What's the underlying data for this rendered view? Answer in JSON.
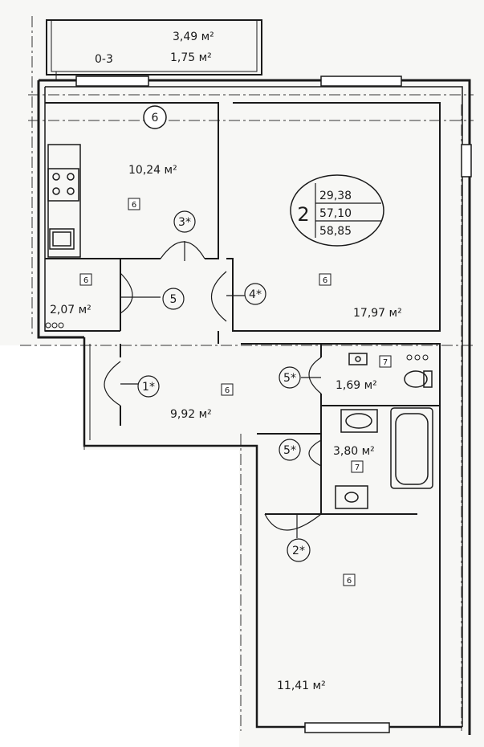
{
  "balcony": {
    "area_top": "3,49 м²",
    "label": "0-3",
    "area": "1,75 м²"
  },
  "axes": {
    "top": "6"
  },
  "apartment": {
    "rooms": "2",
    "living": "29,38",
    "total": "57,10",
    "total_with_balcony": "58,85"
  },
  "rooms": {
    "kitchen": {
      "area": "10,24 м²",
      "mark": "6"
    },
    "pantry": {
      "area": "2,07 м²",
      "mark": "6"
    },
    "living": {
      "area": "17,97 м²",
      "mark": "6"
    },
    "hall": {
      "area": "9,92 м²",
      "mark": "6"
    },
    "wc": {
      "area": "1,69 м²",
      "mark": "7"
    },
    "bath": {
      "area": "3,80 м²",
      "mark": "7"
    },
    "bedroom": {
      "area": "11,41 м²",
      "mark": "6"
    }
  },
  "doors": {
    "d1": "1*",
    "d2": "2*",
    "d3": "3*",
    "d4": "4*",
    "d5": "5",
    "d5a": "5*",
    "d5b": "5*"
  }
}
